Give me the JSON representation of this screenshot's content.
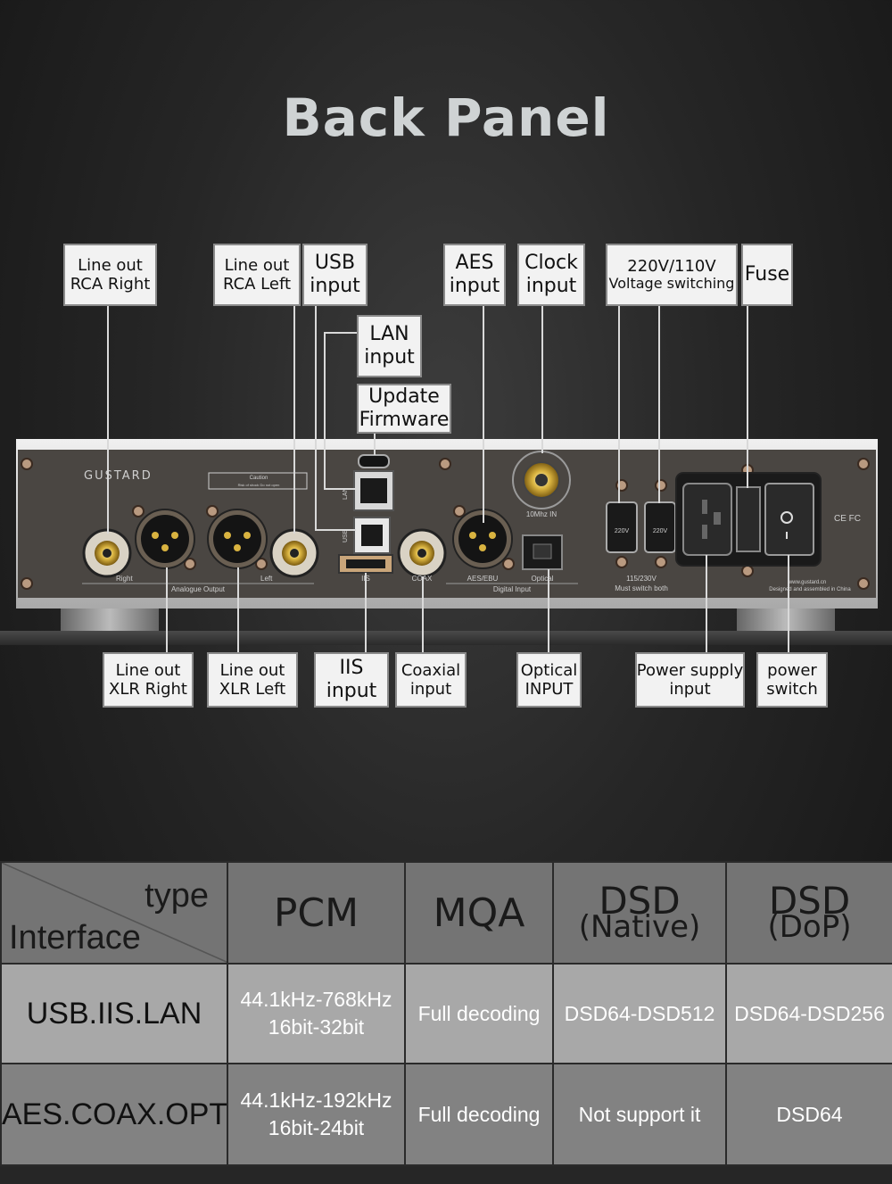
{
  "title": "Back Panel",
  "labels": {
    "line_out_rca_right": [
      "Line out",
      "RCA Right"
    ],
    "line_out_rca_left": [
      "Line out",
      "RCA Left"
    ],
    "usb_input": [
      "USB",
      "input"
    ],
    "lan_input": [
      "LAN",
      "input"
    ],
    "update_firmware": [
      "Update",
      "Firmware"
    ],
    "aes_input": [
      "AES",
      "input"
    ],
    "clock_input": [
      "Clock",
      "input"
    ],
    "voltage": [
      "220V/110V",
      "Voltage switching"
    ],
    "fuse": "Fuse",
    "line_out_xlr_right": [
      "Line out",
      "XLR Right"
    ],
    "line_out_xlr_left": [
      "Line out",
      "XLR Left"
    ],
    "iis_input": [
      "IIS",
      "input"
    ],
    "coaxial_input": [
      "Coaxial",
      "input"
    ],
    "optical_input": [
      "Optical",
      "INPUT"
    ],
    "power_supply_input": [
      "Power supply",
      "input"
    ],
    "power_switch": [
      "power",
      "switch"
    ]
  },
  "device": {
    "brand": "GUSTARD",
    "caution": "Caution",
    "caution_sub": "Risk of shock Do not open",
    "right": "Right",
    "left": "Left",
    "analogue_output": "Analogue Output",
    "lan": "LAN",
    "usb": "USB",
    "iis": "IIS",
    "coax": "COAX",
    "aes_ebu": "AES/EBU",
    "optical": "Optical",
    "digital_input": "Digital Input",
    "clock_in": "10Mhz IN",
    "volt_220": "220V",
    "volt_115": "115/230V",
    "must_switch": "Must switch both",
    "website": "www.gustard.cn",
    "designed": "Designed and assembled in China",
    "cert": "CE FC"
  },
  "table": {
    "corner_type": "type",
    "corner_interface": "Interface",
    "headers": {
      "pcm": "PCM",
      "mqa": "MQA",
      "dsd_native_a": "DSD",
      "dsd_native_b": "(Native)",
      "dsd_dop_a": "DSD",
      "dsd_dop_b": "(DoP)"
    },
    "rows": [
      {
        "interface": "USB.IIS.LAN",
        "pcm_rate": "44.1kHz-768kHz",
        "pcm_bits": "16bit-32bit",
        "mqa": "Full decoding",
        "dsd_native": "DSD64-DSD512",
        "dsd_dop": "DSD64-DSD256"
      },
      {
        "interface": "AES.COAX.OPT",
        "pcm_rate": "44.1kHz-192kHz",
        "pcm_bits": "16bit-24bit",
        "mqa": "Full decoding",
        "dsd_native": "Not support it",
        "dsd_dop": "DSD64"
      }
    ]
  }
}
